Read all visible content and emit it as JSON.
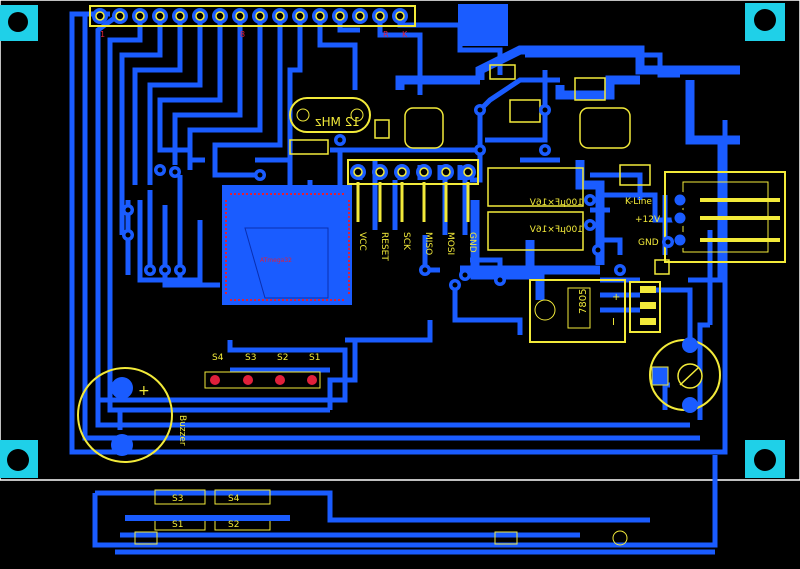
{
  "colors": {
    "background": "#000000",
    "copper": "#1a5cff",
    "silkscreen": "#f2ea3a",
    "pad_red": "#e0203a",
    "corner_pad": "#1fd0e8",
    "outline": "#ffffff"
  },
  "header": {
    "pin_first": "1",
    "pin_mid": "8",
    "pin_rs": "R",
    "pin_k": "K"
  },
  "crystal": {
    "label": "12 MHz"
  },
  "isp_connector": {
    "labels": [
      "VCC",
      "RESET",
      "SCK",
      "MISO",
      "MOSI",
      "GND"
    ]
  },
  "capacitors": {
    "c1": "100µF×16V",
    "c2": "100µF×16V"
  },
  "regulator": {
    "label": "7805"
  },
  "obd_connector": {
    "labels": [
      "K-Line",
      "+12V",
      "GND"
    ]
  },
  "buttons_top": [
    "S4",
    "S3",
    "S2",
    "S1"
  ],
  "buttons_bottom": {
    "row1": [
      "S3",
      "S4"
    ],
    "row2": [
      "S1",
      "S2"
    ]
  },
  "buzzer": {
    "label": "Buzzer",
    "plus": "+"
  },
  "pot_labels": {
    "a": "+",
    "b": "I"
  }
}
